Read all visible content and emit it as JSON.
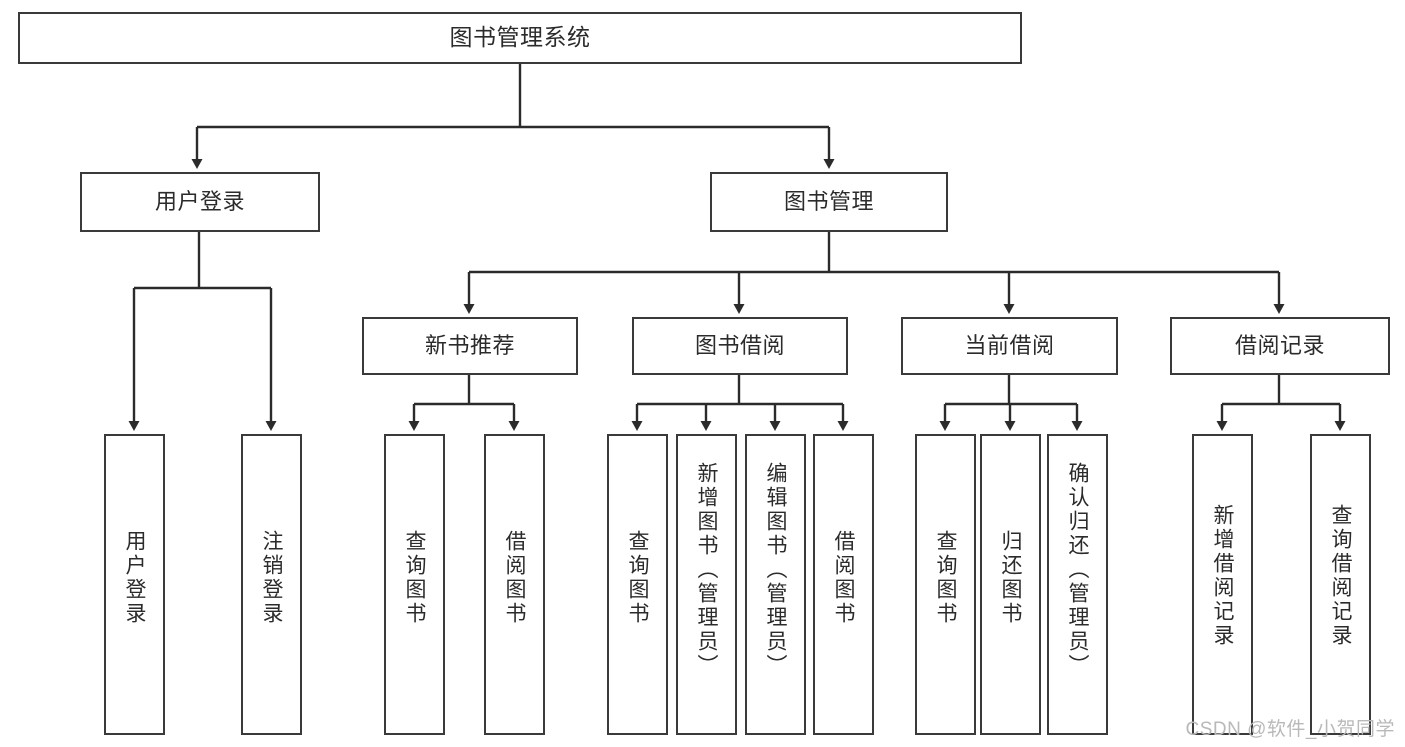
{
  "diagram": {
    "title": "图书管理系统",
    "type": "hierarchy-tree",
    "colors": {
      "box_border": "#3a3a3a",
      "box_fill": "#ffffff",
      "connector": "#2b2b2b",
      "text": "#2b2b2b",
      "watermark": "#b9b9b9",
      "background": "#ffffff"
    },
    "levels": {
      "root": "图书管理系统",
      "level1": [
        "用户登录",
        "图书管理"
      ],
      "level2": [
        "新书推荐",
        "图书借阅",
        "当前借阅",
        "借阅记录"
      ]
    },
    "nodes": {
      "root": {
        "label": "图书管理系统"
      },
      "user_login": {
        "label": "用户登录"
      },
      "book_manage": {
        "label": "图书管理"
      },
      "new_book_rec": {
        "label": "新书推荐"
      },
      "book_borrow": {
        "label": "图书借阅"
      },
      "current_borrow": {
        "label": "当前借阅"
      },
      "borrow_record": {
        "label": "借阅记录"
      },
      "leaf_user_login": {
        "label": "用户登录"
      },
      "leaf_logout": {
        "label": "注销登录"
      },
      "leaf_query_book_1": {
        "label": "查询图书"
      },
      "leaf_borrow_book_1": {
        "label": "借阅图书"
      },
      "leaf_query_book_2": {
        "label": "查询图书"
      },
      "leaf_add_book": {
        "label": "新增图书（管理员）"
      },
      "leaf_edit_book": {
        "label": "编辑图书（管理员）"
      },
      "leaf_borrow_book_2": {
        "label": "借阅图书"
      },
      "leaf_query_book_3": {
        "label": "查询图书"
      },
      "leaf_return_book": {
        "label": "归还图书"
      },
      "leaf_confirm_return": {
        "label": "确认归还（管理员）"
      },
      "leaf_add_record": {
        "label": "新增借阅记录"
      },
      "leaf_query_record": {
        "label": "查询借阅记录"
      }
    },
    "edges": [
      {
        "from": "图书管理系统",
        "to": "用户登录"
      },
      {
        "from": "图书管理系统",
        "to": "图书管理"
      },
      {
        "from": "用户登录",
        "to": "用户登录"
      },
      {
        "from": "用户登录",
        "to": "注销登录"
      },
      {
        "from": "图书管理",
        "to": "新书推荐"
      },
      {
        "from": "图书管理",
        "to": "图书借阅"
      },
      {
        "from": "图书管理",
        "to": "当前借阅"
      },
      {
        "from": "图书管理",
        "to": "借阅记录"
      },
      {
        "from": "新书推荐",
        "to": "查询图书"
      },
      {
        "from": "新书推荐",
        "to": "借阅图书"
      },
      {
        "from": "图书借阅",
        "to": "查询图书"
      },
      {
        "from": "图书借阅",
        "to": "新增图书（管理员）"
      },
      {
        "from": "图书借阅",
        "to": "编辑图书（管理员）"
      },
      {
        "from": "图书借阅",
        "to": "借阅图书"
      },
      {
        "from": "当前借阅",
        "to": "查询图书"
      },
      {
        "from": "当前借阅",
        "to": "归还图书"
      },
      {
        "from": "当前借阅",
        "to": "确认归还（管理员）"
      },
      {
        "from": "借阅记录",
        "to": "新增借阅记录"
      },
      {
        "from": "借阅记录",
        "to": "查询借阅记录"
      }
    ]
  },
  "watermark": {
    "text": "CSDN @软件_小贺同学"
  }
}
